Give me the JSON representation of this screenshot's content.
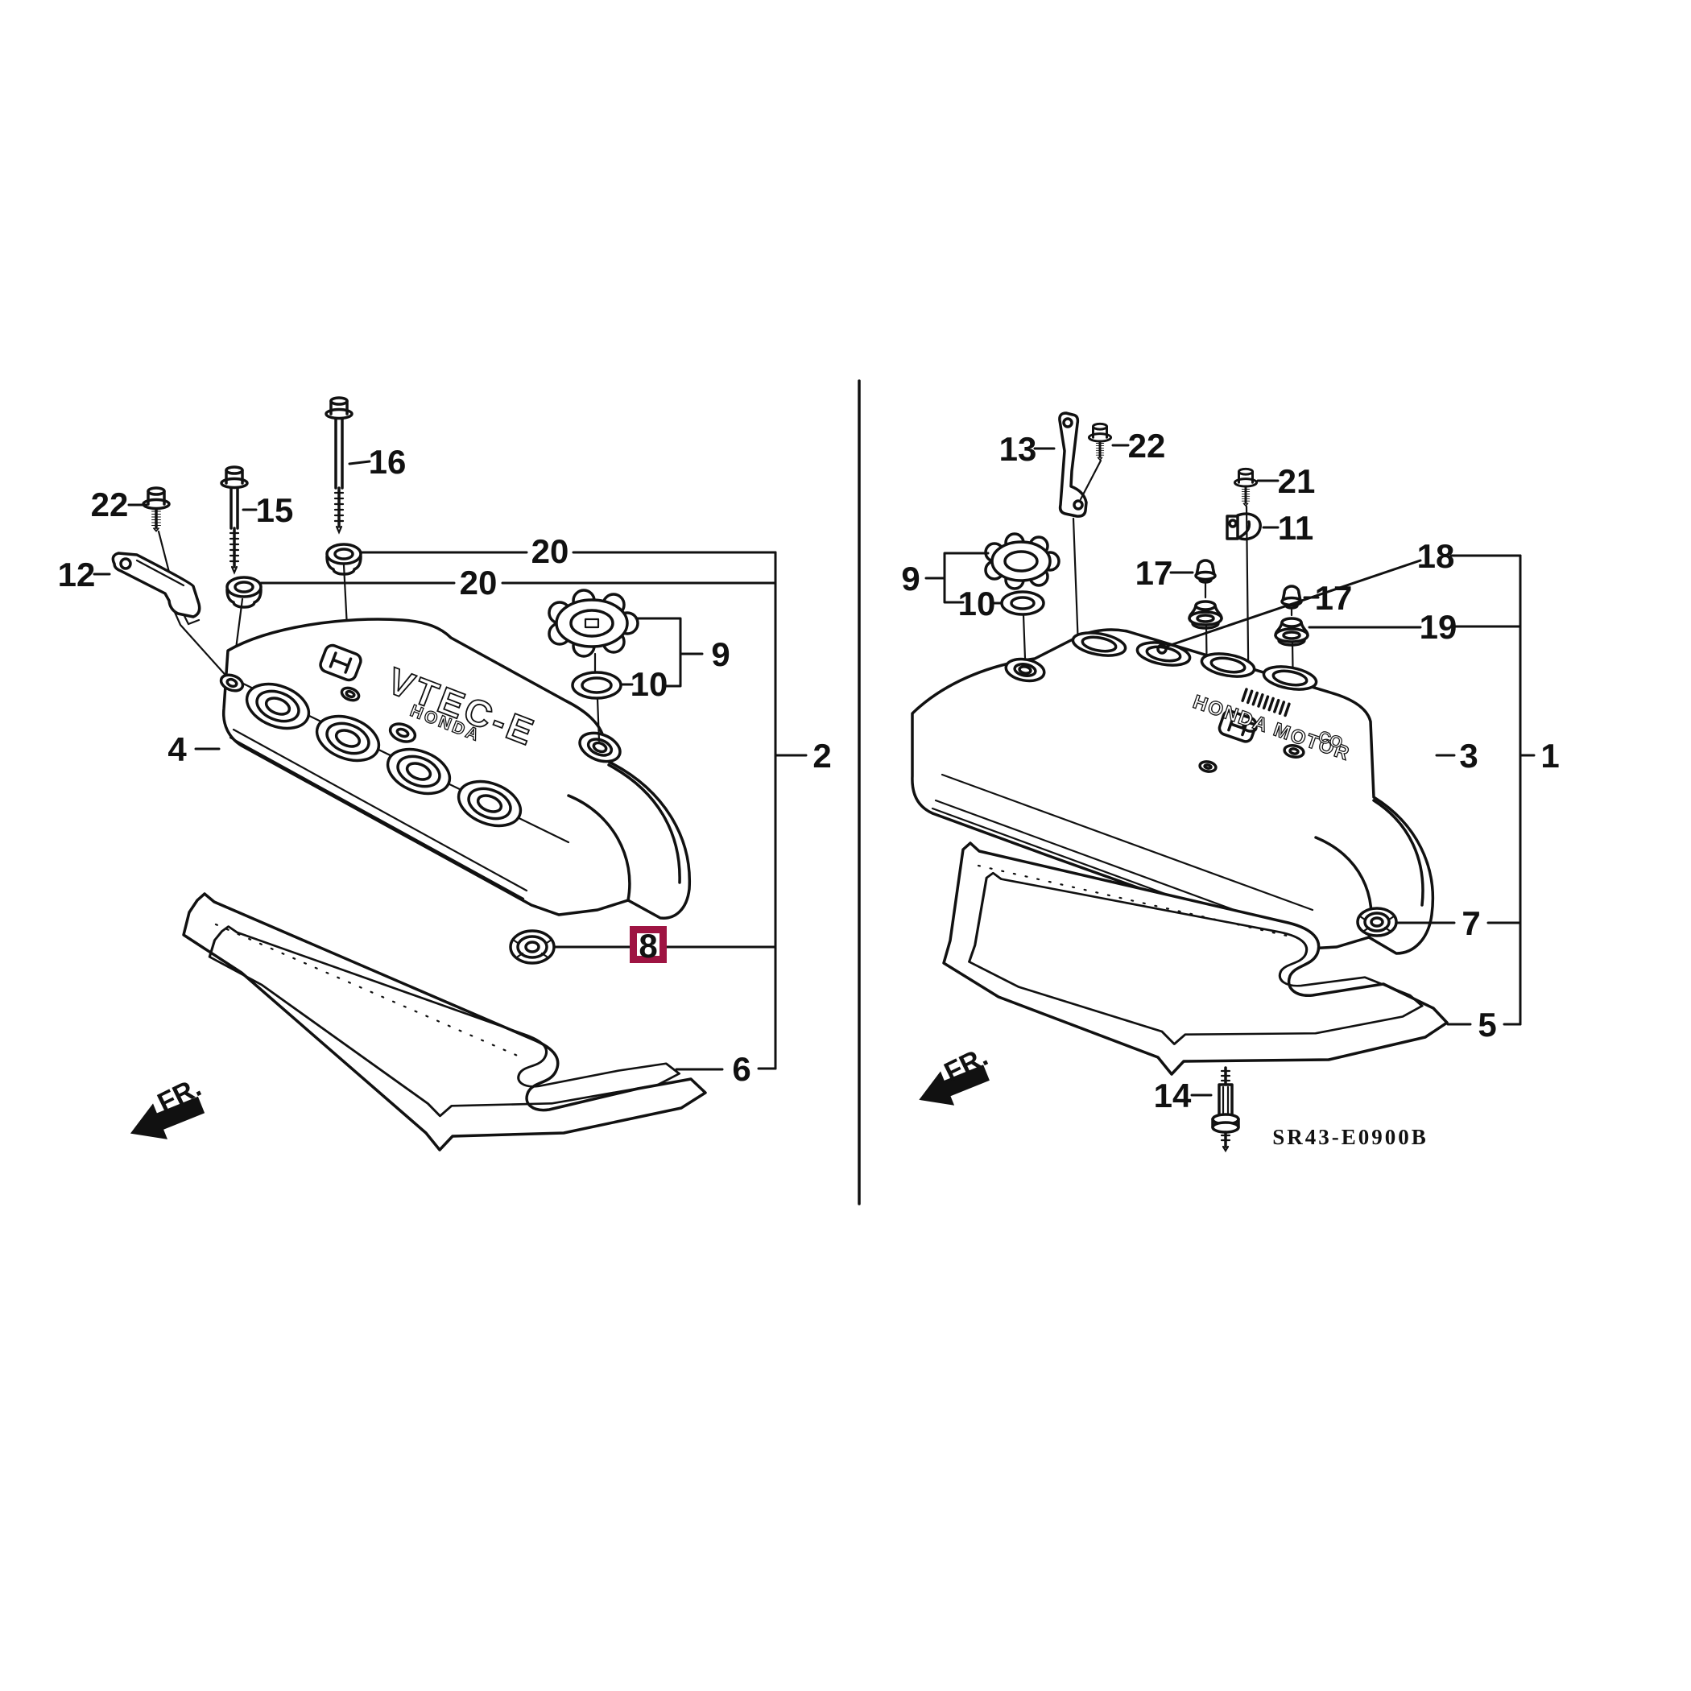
{
  "figure": {
    "part_code": "SR43-E0900B",
    "front_marker": "FR.",
    "line_color": "#111111",
    "highlight": {
      "label": "8",
      "box_color": "#9E1442"
    },
    "left_view": {
      "cover_logo": "H",
      "cover_text_line1": "VTEC-E",
      "cover_text_line2": "HONDA",
      "callouts": [
        "22",
        "12",
        "15",
        "16",
        "20",
        "20",
        "9",
        "10",
        "4",
        "2",
        "8",
        "6"
      ]
    },
    "right_view": {
      "cover_logo": "H",
      "cover_text_line1": "HONDA MOTOR",
      "cover_text_line2": "CO",
      "callouts": [
        "13",
        "22",
        "21",
        "11",
        "9",
        "10",
        "17",
        "18",
        "17",
        "19",
        "3",
        "1",
        "7",
        "5",
        "14"
      ]
    }
  }
}
